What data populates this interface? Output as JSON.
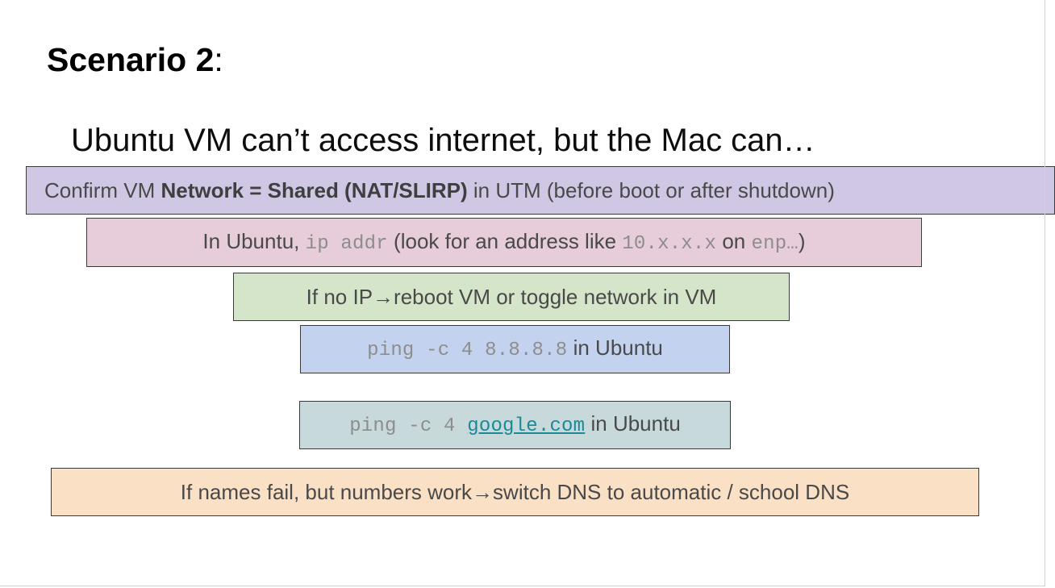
{
  "slide": {
    "title": {
      "bold": "Scenario 2",
      "rest": ":"
    },
    "subtitle": "Ubuntu VM can’t access internet, but the Mac can…",
    "boxes": [
      {
        "name": "network-shared",
        "color": "#cfc7e4",
        "parts": [
          {
            "text": "Confirm VM ",
            "style": "normal"
          },
          {
            "text": "Network = Shared (NAT/SLIRP)",
            "style": "bold"
          },
          {
            "text": " in UTM (before boot or after shutdown)",
            "style": "normal"
          }
        ],
        "plain": "Confirm VM Network = Shared (NAT/SLIRP) in UTM (before boot or after shutdown)"
      },
      {
        "name": "ip-addr",
        "color": "#e7ccd9",
        "parts": [
          {
            "text": "In Ubuntu, ",
            "style": "normal"
          },
          {
            "text": "ip addr",
            "style": "mono"
          },
          {
            "text": " (look for an address like ",
            "style": "normal"
          },
          {
            "text": "10.x.x.x",
            "style": "mono"
          },
          {
            "text": " on ",
            "style": "normal"
          },
          {
            "text": "enp…",
            "style": "mono"
          },
          {
            "text": ")",
            "style": "normal"
          }
        ],
        "plain": "In Ubuntu, ip addr (look for an address like 10.x.x.x on enp…)"
      },
      {
        "name": "no-ip-reboot",
        "color": "#d5e5c9",
        "parts": [
          {
            "text": "If no IP→reboot VM or toggle network in VM",
            "style": "normal"
          }
        ],
        "plain": "If no IP→reboot VM or toggle network in VM"
      },
      {
        "name": "ping-ip",
        "color": "#c3d3ef",
        "parts": [
          {
            "text": "ping -c 4 8.8.8.8",
            "style": "mono"
          },
          {
            "text": " in Ubuntu",
            "style": "normal"
          }
        ],
        "plain": "ping -c 4 8.8.8.8 in Ubuntu"
      },
      {
        "name": "ping-dns",
        "color": "#c7d9da",
        "parts": [
          {
            "text": "ping -c 4 ",
            "style": "mono"
          },
          {
            "text": "google.com",
            "style": "link"
          },
          {
            "text": " in Ubuntu",
            "style": "normal"
          }
        ],
        "plain": "ping -c 4 google.com in Ubuntu"
      },
      {
        "name": "switch-dns",
        "color": "#fae0c4",
        "parts": [
          {
            "text": "If names fail, but numbers work→switch DNS to automatic / school DNS",
            "style": "normal"
          }
        ],
        "plain": "If names fail, but numbers work→switch DNS to automatic / school DNS"
      }
    ],
    "link_color": "#1b8a96",
    "mono_color": "#8d8d8d",
    "text_color": "#494949"
  }
}
